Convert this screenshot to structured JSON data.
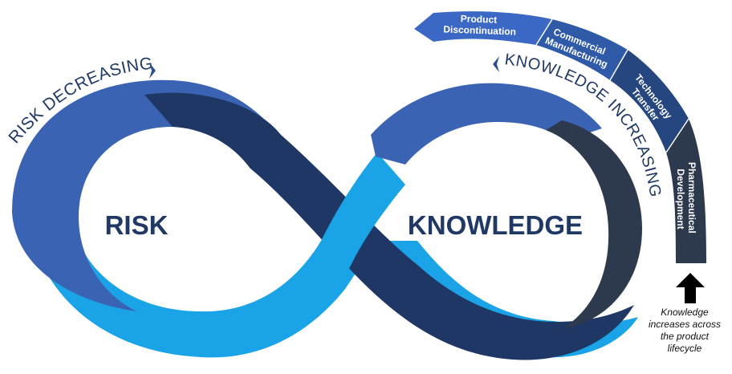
{
  "colors": {
    "dark_navy": "#1f3764",
    "mid_blue": "#3b63b3",
    "bright_blue": "#1aa3e6",
    "slate": "#2d3a4e",
    "label_navy": "#1f3864",
    "arrow_black": "#000000"
  },
  "loop_labels": {
    "left": "RISK",
    "right": "KNOWLEDGE"
  },
  "arc_labels": {
    "risk": "RISK DECREASING",
    "knowledge": "KNOWLEDGE INCREASING"
  },
  "lifecycle_stages": [
    {
      "lines": [
        "Product",
        "Discontinuation"
      ]
    },
    {
      "lines": [
        "Commercial",
        "Manufacturing"
      ]
    },
    {
      "lines": [
        "Technology",
        "Transfer"
      ]
    },
    {
      "lines": [
        "Pharmaceutical",
        "Development"
      ]
    }
  ],
  "note": {
    "icon": "up-arrow-icon",
    "lines": [
      "Knowledge",
      "increases across",
      "the product",
      "lifecycle"
    ]
  }
}
